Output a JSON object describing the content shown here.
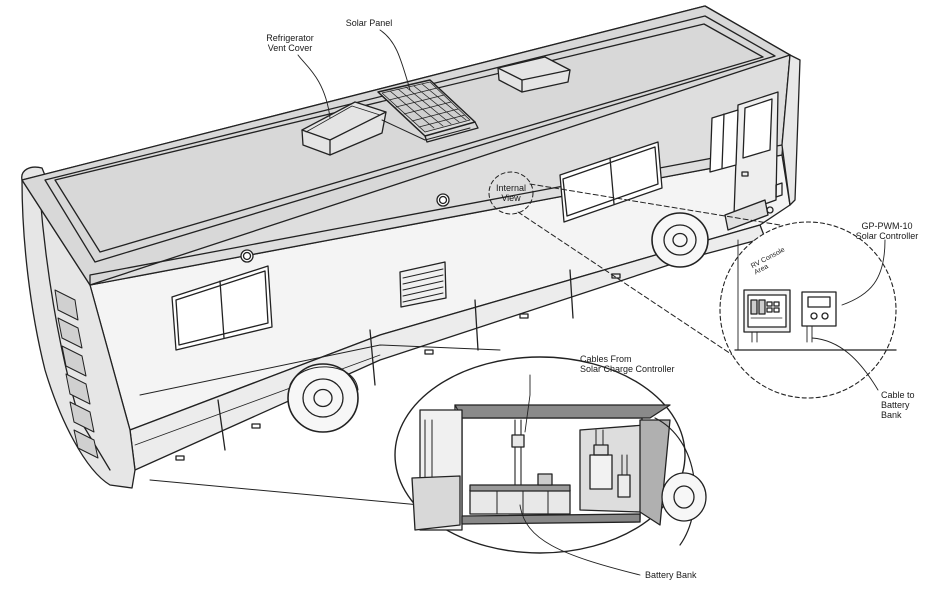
{
  "labels": {
    "refrigerator_vent_cover": "Refrigerator\nVent Cover",
    "solar_panel": "Solar Panel",
    "internal_view": "Internal\nView",
    "controller": "GP-PWM-10\nSolar Controller",
    "rv_console_area": "RV Console\nArea",
    "cable_to_battery_bank": "Cable to\nBattery\nBank",
    "cables_from_controller": "Cables From\nSolar Charge Controller",
    "battery_bank": "Battery Bank"
  },
  "colors": {
    "line": "#222222",
    "roof": "#dcdcdc",
    "body": "#f2f2f2",
    "shade": "#b8b8b8",
    "dark": "#6a6a6a"
  }
}
